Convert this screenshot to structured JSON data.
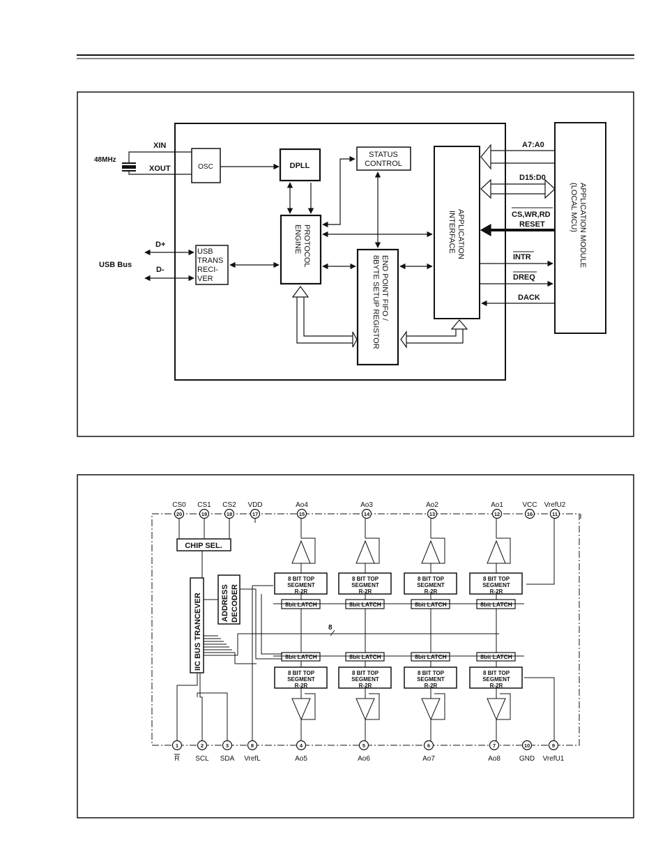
{
  "usb_diagram": {
    "clock": {
      "freq": "48MHz",
      "xin": "XIN",
      "xout": "XOUT",
      "osc": "OSC"
    },
    "blocks": {
      "dpll": "DPLL",
      "status": [
        "STATUS",
        "CONTROL"
      ],
      "protocol": [
        "PROTOCOL",
        "ENGINE"
      ],
      "fifo": [
        "END POINT FIFO /",
        "8BYTE SETUP REGISTOR"
      ],
      "app_interface": [
        "APPLICATION",
        "INTERFACE"
      ],
      "app_module": [
        "APPLICATION MODULE",
        "(LOCAL MCU)"
      ],
      "usb_transceiver": [
        "USB",
        "TRANS",
        "RECI-",
        "VER"
      ]
    },
    "usb": {
      "bus": "USB Bus",
      "dplus": "D+",
      "dminus": "D-"
    },
    "signals": {
      "addr": "A7:A0",
      "data": "D15:D0",
      "ctrl": "CS,WR,RD",
      "reset": "RESET",
      "intr": "INTR",
      "dreq": "DREQ",
      "dack": "DACK"
    }
  },
  "dac_diagram": {
    "top_pins": [
      {
        "name": "CS0",
        "num": "20"
      },
      {
        "name": "CS1",
        "num": "19"
      },
      {
        "name": "CS2",
        "num": "18"
      },
      {
        "name": "VDD",
        "num": "17"
      },
      {
        "name": "Ao4",
        "num": "15"
      },
      {
        "name": "Ao3",
        "num": "14"
      },
      {
        "name": "Ao2",
        "num": "13"
      },
      {
        "name": "Ao1",
        "num": "12"
      },
      {
        "name": "VCC",
        "num": "16"
      },
      {
        "name": "VrefU2",
        "num": "11"
      }
    ],
    "bottom_pins": [
      {
        "name": "R",
        "num": "1"
      },
      {
        "name": "SCL",
        "num": "2"
      },
      {
        "name": "SDA",
        "num": "3"
      },
      {
        "name": "VrefL",
        "num": "8"
      },
      {
        "name": "Ao5",
        "num": "4"
      },
      {
        "name": "Ao6",
        "num": "5"
      },
      {
        "name": "Ao7",
        "num": "6"
      },
      {
        "name": "Ao8",
        "num": "7"
      },
      {
        "name": "GND",
        "num": "10"
      },
      {
        "name": "VrefU1",
        "num": "9"
      }
    ],
    "chip_sel": "CHIP SEL.",
    "iic": "IIC BUS TRANCEVER",
    "addr_decoder": [
      "ADDRESS",
      "DECODER"
    ],
    "segment": [
      "8 BIT TOP",
      "SEGMENT",
      "R-2R"
    ],
    "latch": "8bit LATCH",
    "bus_width": "8"
  }
}
